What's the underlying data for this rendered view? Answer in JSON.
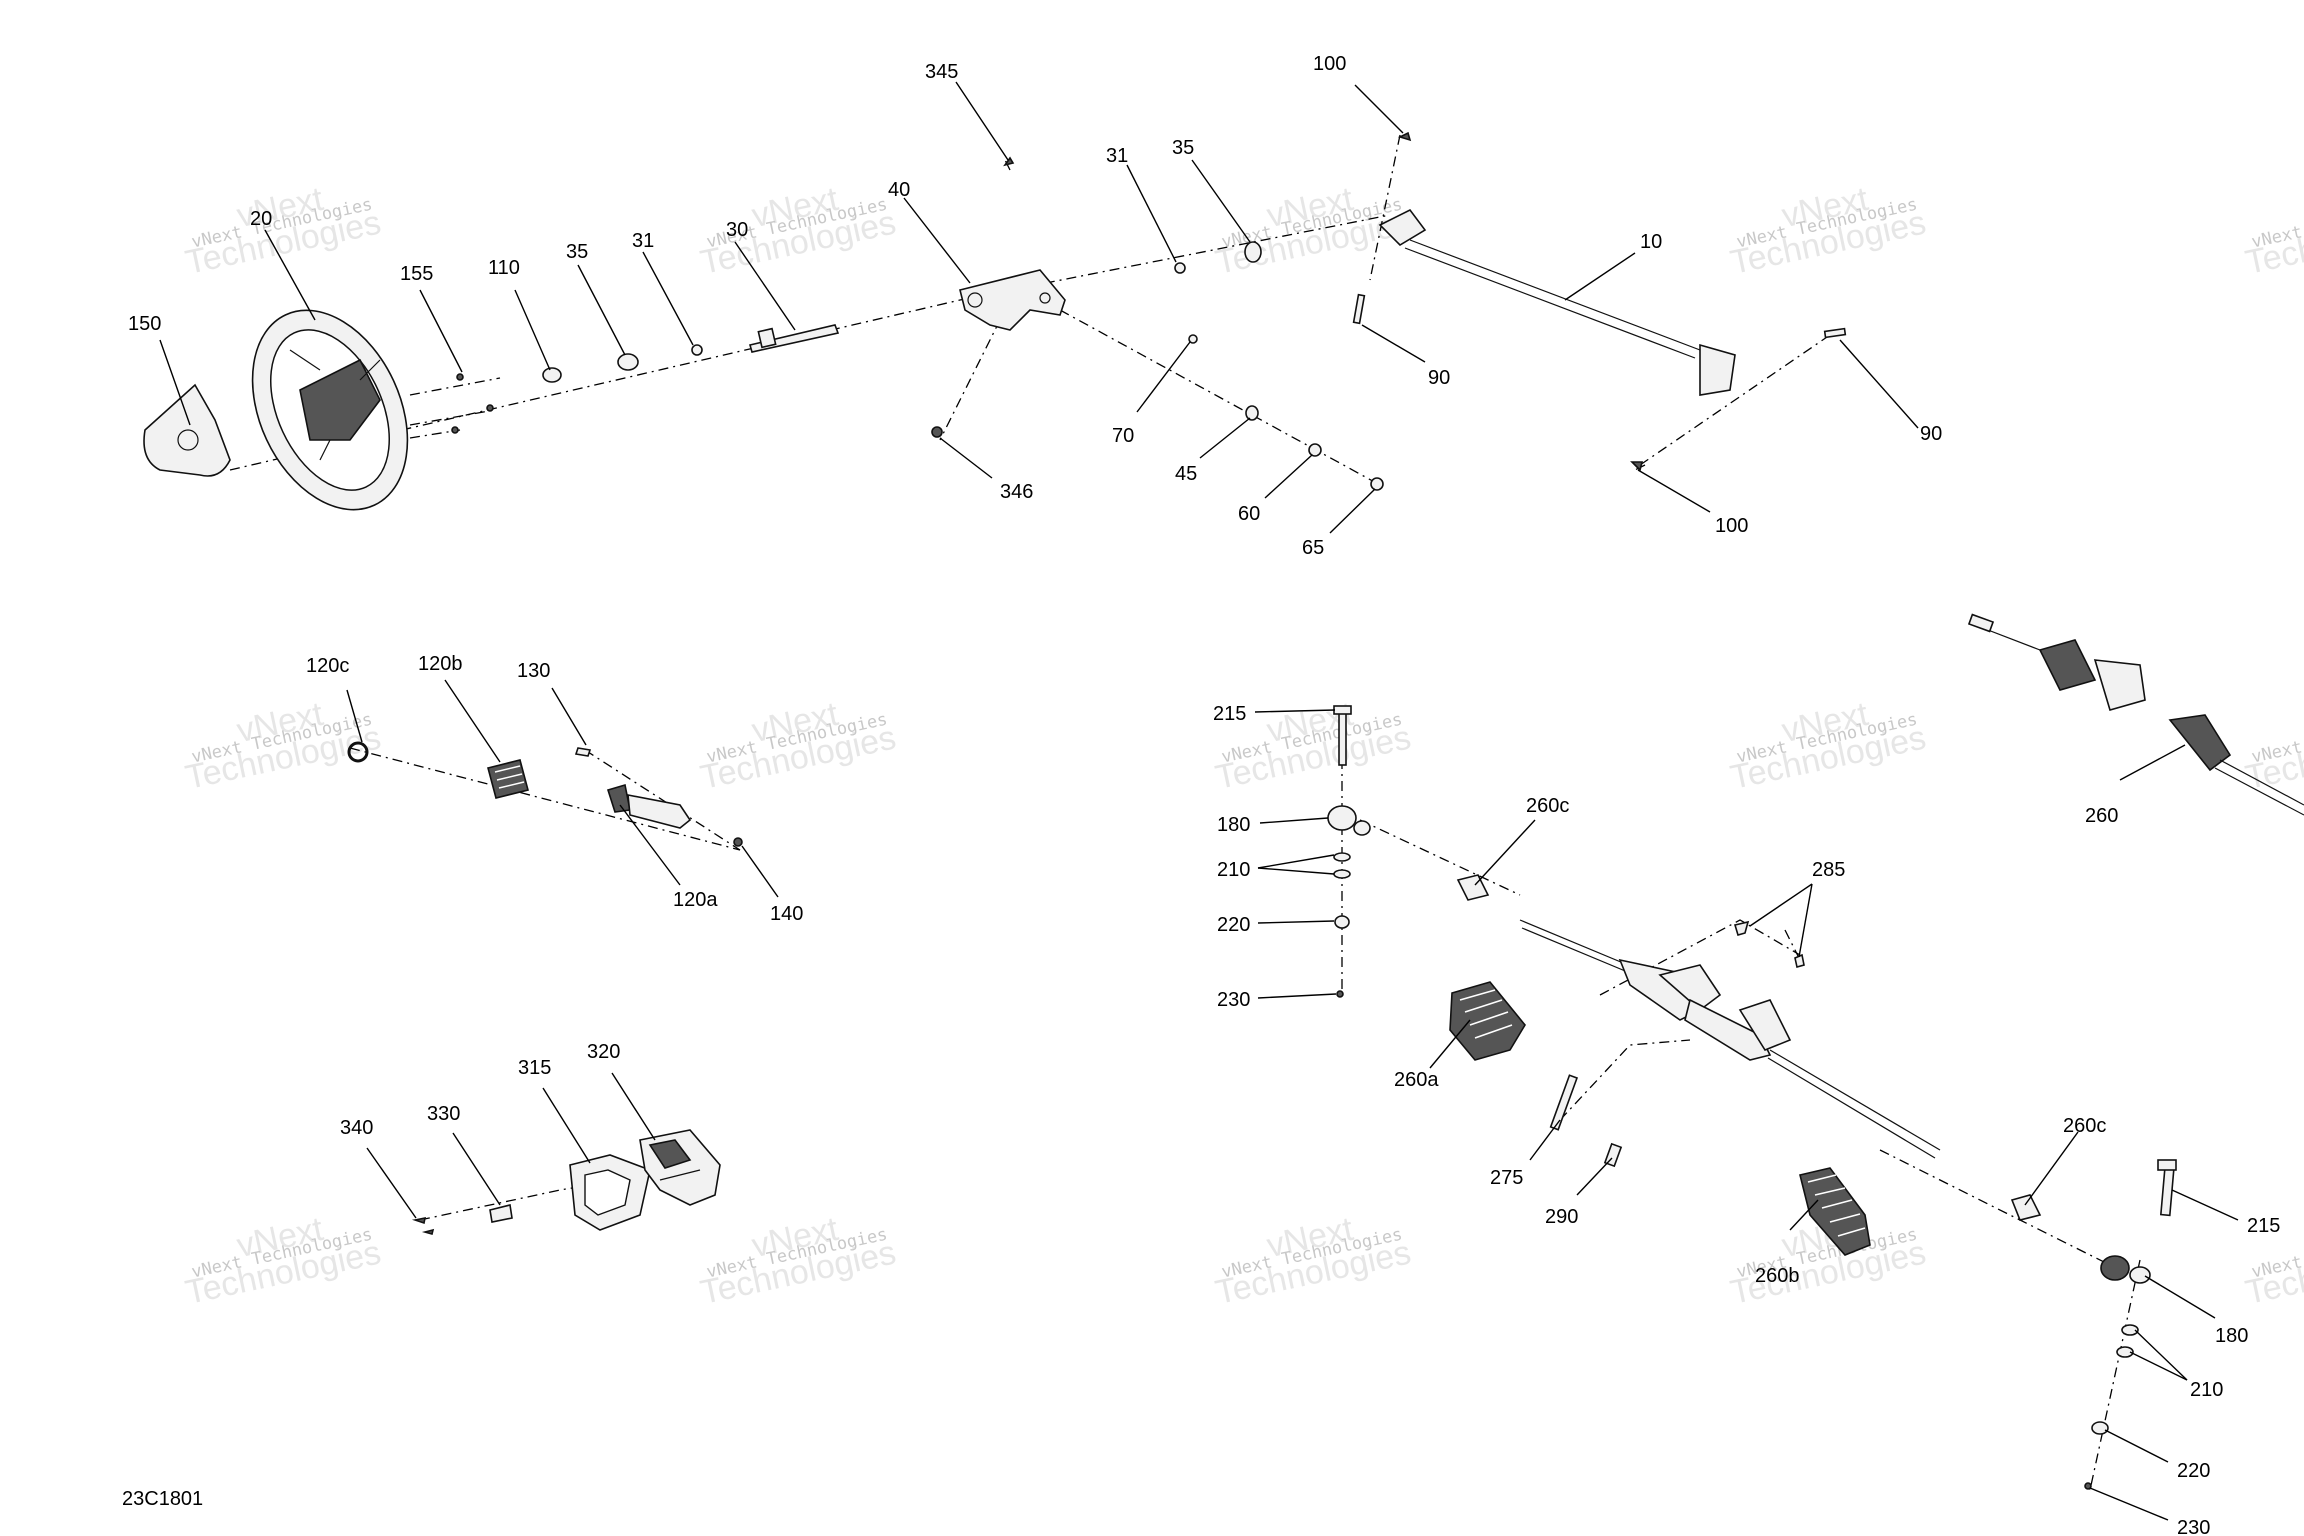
{
  "diagram_code": "23C1801",
  "watermark": {
    "line1": "vNext Technologies",
    "line2": "vNext\nTechnologies"
  },
  "callouts": {
    "c150": "150",
    "c20": "20",
    "c155": "155",
    "c110": "110",
    "c35a": "35",
    "c31a": "31",
    "c30": "30",
    "c345": "345",
    "c40": "40",
    "c346": "346",
    "c31b": "31",
    "c35b": "35",
    "c70": "70",
    "c45": "45",
    "c60": "60",
    "c65": "65",
    "c100a": "100",
    "c90a": "90",
    "c10": "10",
    "c90b": "90",
    "c100b": "100",
    "c120c": "120c",
    "c120b": "120b",
    "c130": "130",
    "c120a": "120a",
    "c140": "140",
    "c340": "340",
    "c330": "330",
    "c315": "315",
    "c320": "320",
    "c215a": "215",
    "c180a": "180",
    "c210a": "210",
    "c220a": "220",
    "c230a": "230",
    "c260c_a": "260c",
    "c285": "285",
    "c260a": "260a",
    "c275": "275",
    "c290": "290",
    "c260b": "260b",
    "c260c_b": "260c",
    "c215b": "215",
    "c180b": "180",
    "c210b": "210",
    "c220b": "220",
    "c230b": "230",
    "c260": "260"
  }
}
